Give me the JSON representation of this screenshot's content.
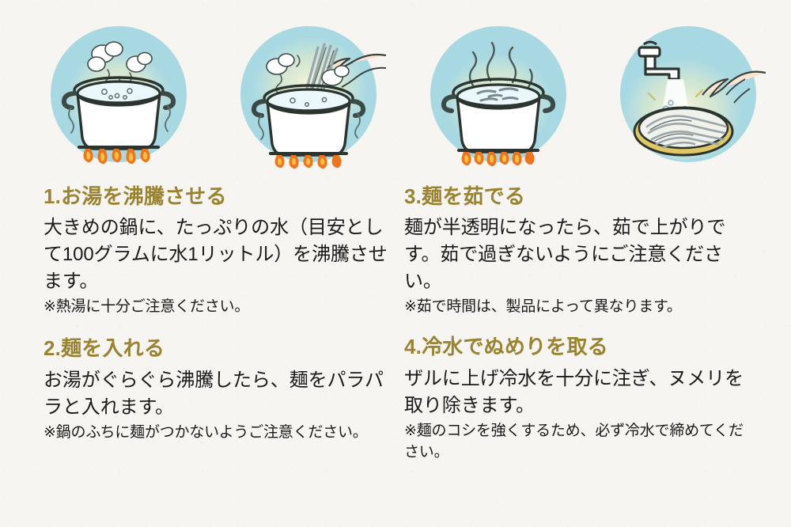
{
  "page": {
    "background_color": "#f7f5f1",
    "heading_color": "#9a8331",
    "body_color": "#1b1b1b",
    "circle_color": "#a8d8e2",
    "glow_color": "#f6f2c8",
    "flame_color": "#ef7420",
    "flame_core_color": "#f9c13c"
  },
  "icons": [
    {
      "name": "pot-boiling-water-icon",
      "alt": "沸騰した鍋のイラスト"
    },
    {
      "name": "hand-adding-noodles-icon",
      "alt": "鍋に麺を入れる手のイラスト"
    },
    {
      "name": "pot-simmering-noodles-icon",
      "alt": "麺を茹でている鍋のイラスト"
    },
    {
      "name": "faucet-rinsing-noodles-icon",
      "alt": "蛇口で麺を冷水で締めるイラスト"
    }
  ],
  "steps": [
    {
      "title": "1.お湯を沸騰させる",
      "body": "大きめの鍋に、たっぷりの水（目安として100グラムに水1リットル）を沸騰させます。",
      "note": "※熱湯に十分ご注意ください。"
    },
    {
      "title": "2.麺を入れる",
      "body": "お湯がぐらぐら沸騰したら、麺をパラパラと入れます。",
      "note": "※鍋のふちに麺がつかないようご注意ください。"
    },
    {
      "title": "3.麺を茹でる",
      "body": "麺が半透明になったら、茹で上がりです。茹で過ぎないようにご注意ください。",
      "note": "※茹で時間は、製品によって異なります。"
    },
    {
      "title": "4.冷水でぬめりを取る",
      "body": "ザルに上げ冷水を十分に注ぎ、ヌメリを取り除きます。",
      "note": "※麺のコシを強くするため、必ず冷水で締めてください。"
    }
  ]
}
